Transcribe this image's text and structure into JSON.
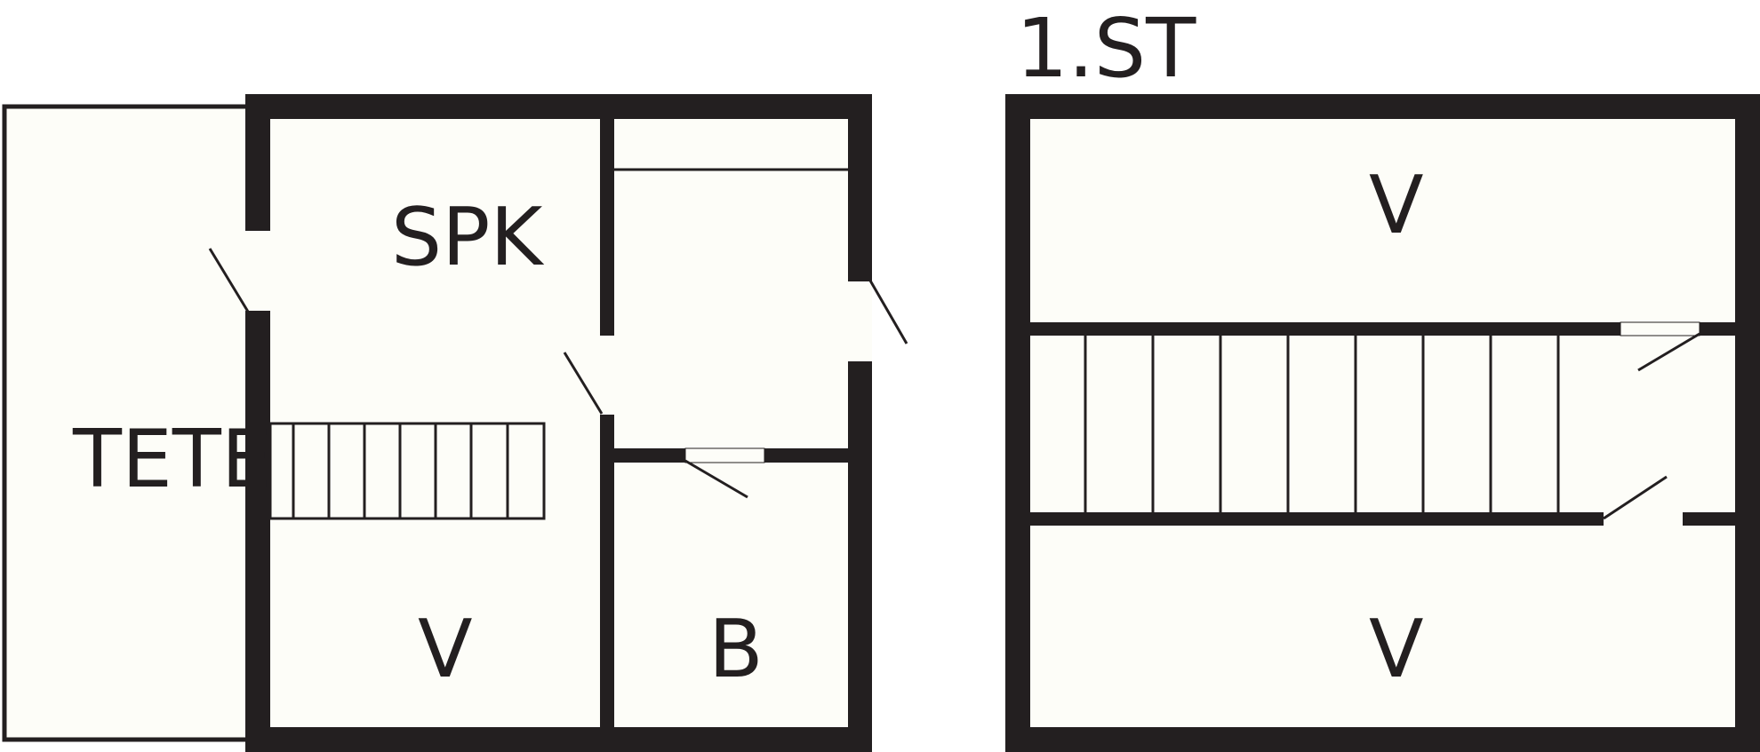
{
  "plan_left": {
    "rooms": {
      "tete": "TETE",
      "spk": "SPK",
      "v": "V",
      "b": "B"
    }
  },
  "plan_right": {
    "title": "1.ST",
    "rooms": {
      "v_top": "V",
      "v_bottom": "V"
    }
  },
  "colors": {
    "wall": "#231f20",
    "floor": "#fdfdf8",
    "background": "#ffffff"
  }
}
